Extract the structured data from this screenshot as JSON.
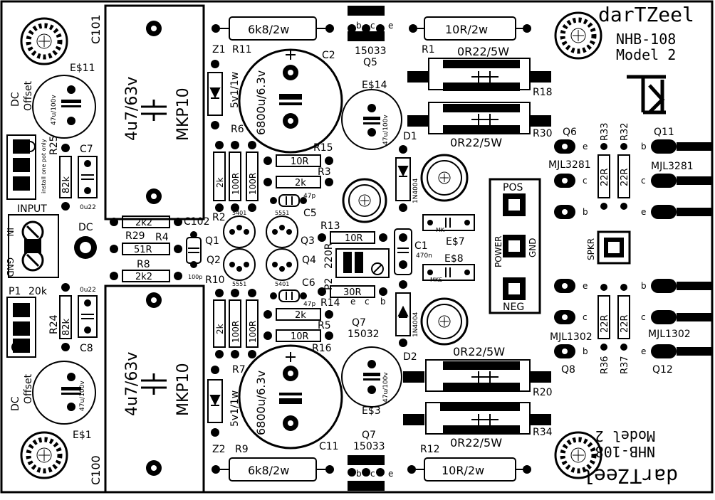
{
  "brand": {
    "name": "darTZeel",
    "model": "NHB-108",
    "version": "Model 2"
  },
  "heatsink_holes": [
    "E$11",
    "E$1"
  ],
  "refdes": {
    "c101": "C101",
    "c100": "C100",
    "c2": "C2",
    "c11": "C11",
    "c102": "C102",
    "c7": "C7",
    "c8": "C8",
    "c5": "C5",
    "c6": "C6",
    "c1": "C1",
    "r11": "R11",
    "r9": "R9",
    "r1": "R1",
    "r12": "R12",
    "r18": "R18",
    "r30": "R30",
    "r20": "R20",
    "r34": "R34",
    "r15": "R15",
    "r3": "R3",
    "r13": "R13",
    "r14": "R14",
    "r5": "R5",
    "r16": "R16",
    "r6": "R6",
    "r7": "R7",
    "r2": "R2",
    "r10": "R10",
    "r29": "R29",
    "r4": "R4",
    "r8": "R8",
    "r25": "R25",
    "r24": "R24",
    "p2": "P2",
    "r33": "R33",
    "r32": "R32",
    "r36": "R36",
    "r37": "R37",
    "q1": "Q1",
    "q2": "Q2",
    "q3": "Q3",
    "q4": "Q4",
    "q5": "Q5",
    "q7a": "Q7",
    "q7b": "Q7",
    "q6": "Q6",
    "q8": "Q8",
    "q11": "Q11",
    "q12": "Q12",
    "z1": "Z1",
    "z2": "Z2",
    "d1": "D1",
    "d2": "D2",
    "p1": "P1",
    "e14": "E$14",
    "e3": "E$3",
    "e7": "E$7",
    "e8": "E$8"
  },
  "values": {
    "c101": "4u7/63v",
    "c101_type": "MKP10",
    "c100": "4u7/63v",
    "c100_type": "MKP10",
    "c2": "6800u/6.3v",
    "c11": "6800u/6.3v",
    "r11": "6k8/2w",
    "r9": "6k8/2w",
    "r1": "10R/2w",
    "r12": "10R/2w",
    "r18": "0R22/5W",
    "r30": "0R22/5W",
    "r20": "0R22/5W",
    "r34": "0R22/5W",
    "z1": "5v1/1w",
    "z2": "5v1/1w",
    "r15": "10R",
    "r16": "10R",
    "r13": "10R",
    "r14": "30R",
    "r3": "2k",
    "r5": "2k",
    "r29": "2k2",
    "r4": "51R",
    "r8": "2k2",
    "r6a": "2k",
    "r6b": "100R",
    "r6c": "100R",
    "r7a": "2k",
    "r7b": "100R",
    "r7c": "100R",
    "r25": "82k",
    "r24": "82k",
    "c7": "0u22",
    "c8": "0u22",
    "e14": "47u/100v",
    "e3": "47u/100v",
    "e11": "47u/100v",
    "e1": "47u/100v",
    "c102": "100p",
    "c1": "470n",
    "c5": "47p",
    "c6": "47p",
    "mk1": "MK",
    "mk2": "MKS",
    "p2": "220R",
    "p1": "20k",
    "r33": "22R",
    "r32": "22R",
    "r36": "22R",
    "r37": "22R",
    "d1": "1N4004",
    "d2": "1N4004",
    "q5": "15033",
    "q7": "15033",
    "q7b": "15032",
    "q1_type": "5401",
    "q2_type": "5551",
    "q3_type": "5551",
    "q4_type": "5401"
  },
  "transistor_types": {
    "q6": "MJL3281",
    "q11": "MJL3281",
    "q8": "MJL1302",
    "q12": "MJL1302"
  },
  "pins": {
    "e": "e",
    "b": "b",
    "c": "c"
  },
  "connectors": {
    "input_label": "INPUT",
    "in": "IN",
    "gnd": "GND",
    "dc": "DC",
    "offset": "Offset",
    "dc_offset_note": "install one pot only",
    "power_label": "POWER",
    "pos": "POS",
    "neg": "NEG",
    "gnd_power": "GND",
    "spkr": "SPKR"
  }
}
